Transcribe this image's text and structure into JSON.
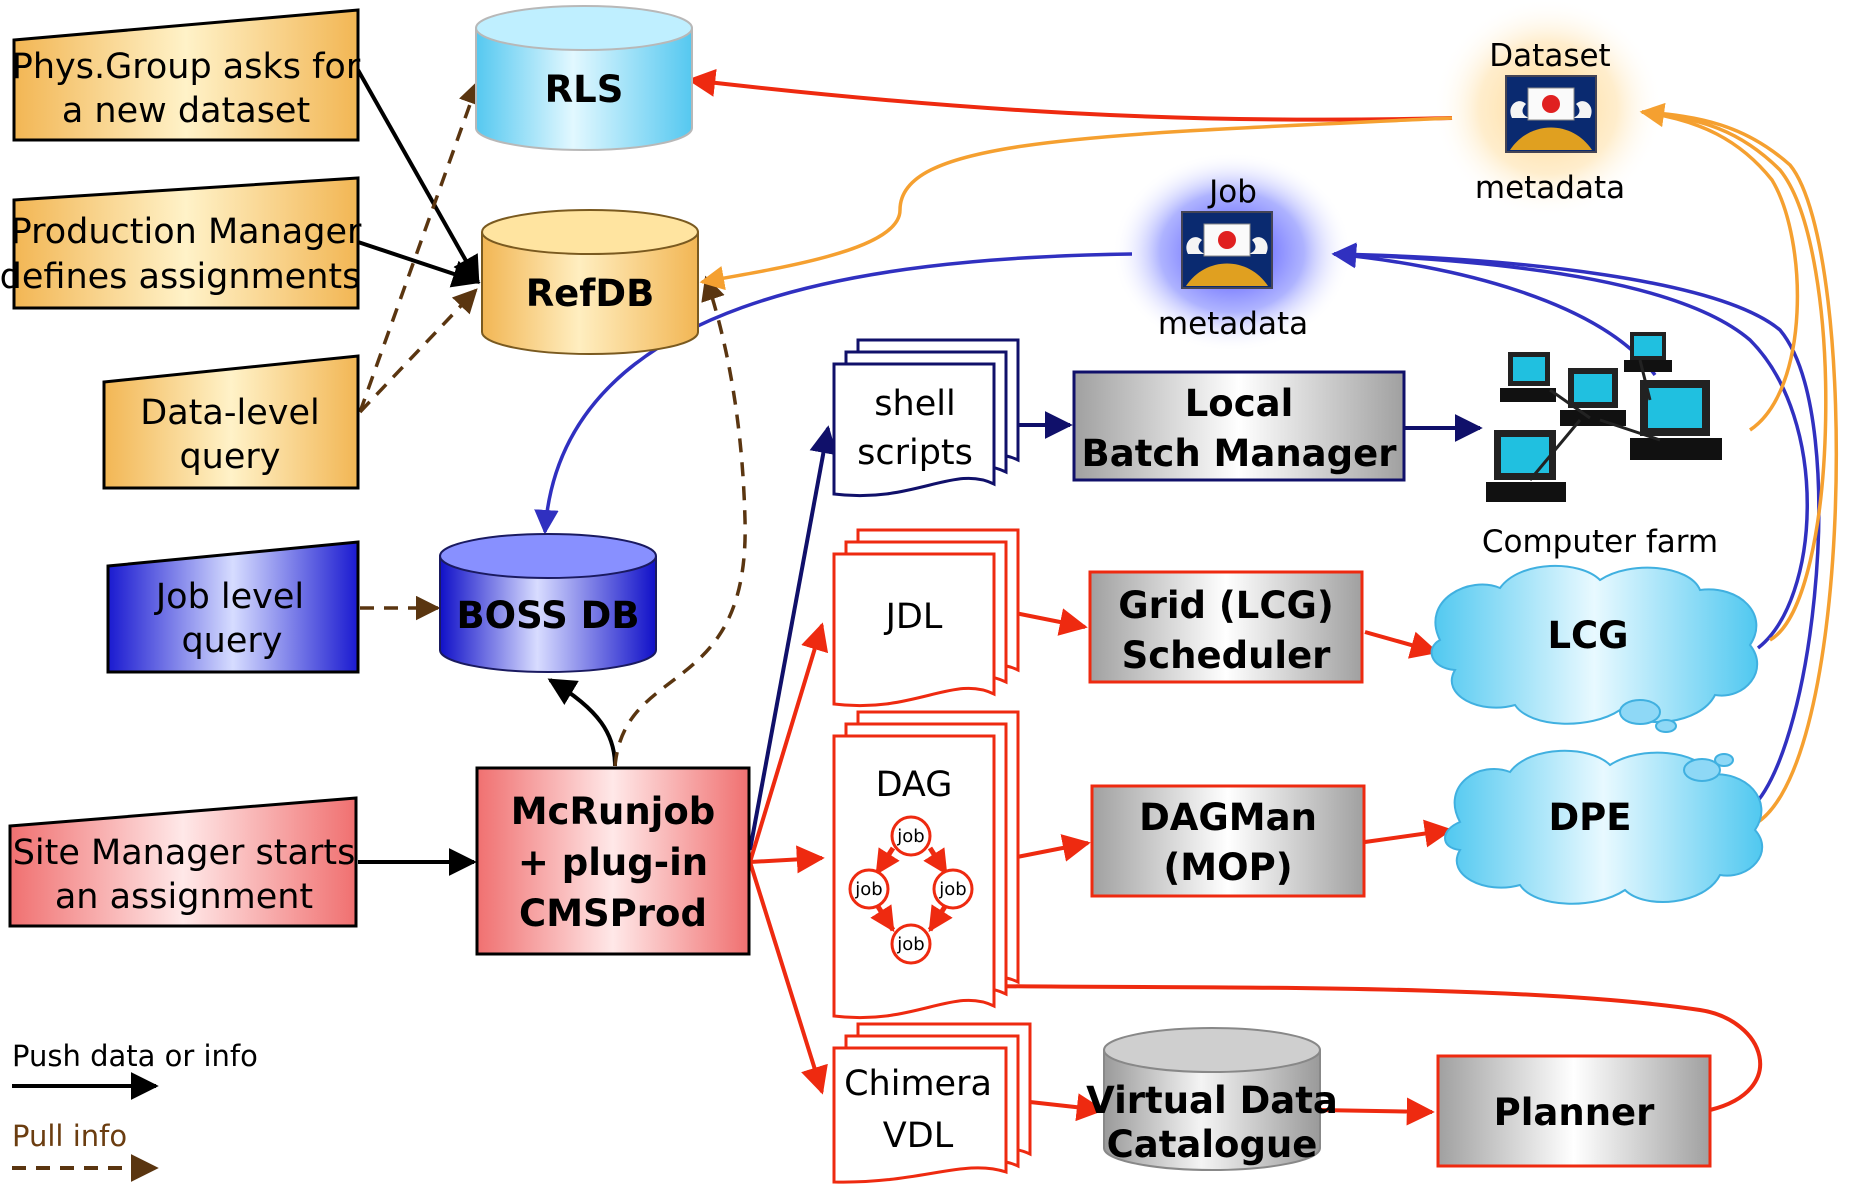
{
  "nodes": {
    "phys_group": [
      "Phys.Group asks for",
      "a new dataset"
    ],
    "prod_manager": [
      "Production Manager",
      "defines assignments"
    ],
    "data_query": [
      "Data-level",
      "query"
    ],
    "job_query": [
      "Job level",
      "query"
    ],
    "site_manager": [
      "Site Manager starts",
      "an assignment"
    ],
    "rls": "RLS",
    "refdb": "RefDB",
    "bossdb": "BOSS DB",
    "mcrunjob": [
      "McRunjob",
      "+ plug-in",
      "CMSProd"
    ],
    "shell_scripts": [
      "shell",
      "scripts"
    ],
    "jdl": "JDL",
    "dag": "DAG",
    "dag_job": "job",
    "chimera": [
      "Chimera",
      "VDL"
    ],
    "local_batch": [
      "Local",
      "Batch Manager"
    ],
    "grid_scheduler": [
      "Grid (LCG)",
      "Scheduler"
    ],
    "dagman": [
      "DAGMan",
      "(MOP)"
    ],
    "vdc": [
      "Virtual Data",
      "Catalogue"
    ],
    "planner": "Planner",
    "farm": "Computer farm",
    "lcg": "LCG",
    "dpe": "DPE",
    "dataset_meta": [
      "Dataset",
      "metadata"
    ],
    "job_meta": [
      "Job",
      "metadata"
    ]
  },
  "legend": {
    "push": "Push data or info",
    "pull": "Pull info"
  },
  "colors": {
    "push": "#000000",
    "pull": "#5a3510",
    "red_flow": "#ee2a10",
    "blue_flow": "#3030c0",
    "orange_flow": "#f5a030",
    "navy_flow": "#10106a",
    "pull_legend_text": "#6b3d10"
  }
}
